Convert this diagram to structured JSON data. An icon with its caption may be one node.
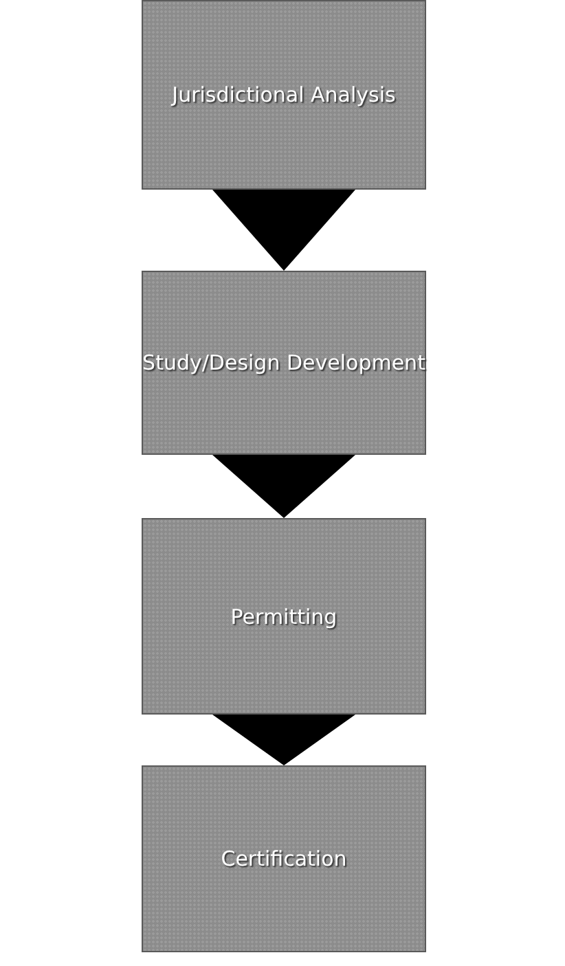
{
  "diagram": {
    "nodes": [
      {
        "text": [
          "Jurisdictional Analysis"
        ]
      },
      {
        "text": [
          "Study/Design Development"
        ]
      },
      {
        "text": [
          "Permitting"
        ]
      },
      {
        "text": [
          "Certification"
        ]
      }
    ],
    "edges": [
      {
        "from": 0,
        "to": 1,
        "arrow": "to"
      },
      {
        "from": 1,
        "to": 2,
        "arrow": "to"
      },
      {
        "from": 2,
        "to": 3,
        "arrow": "to"
      }
    ]
  }
}
